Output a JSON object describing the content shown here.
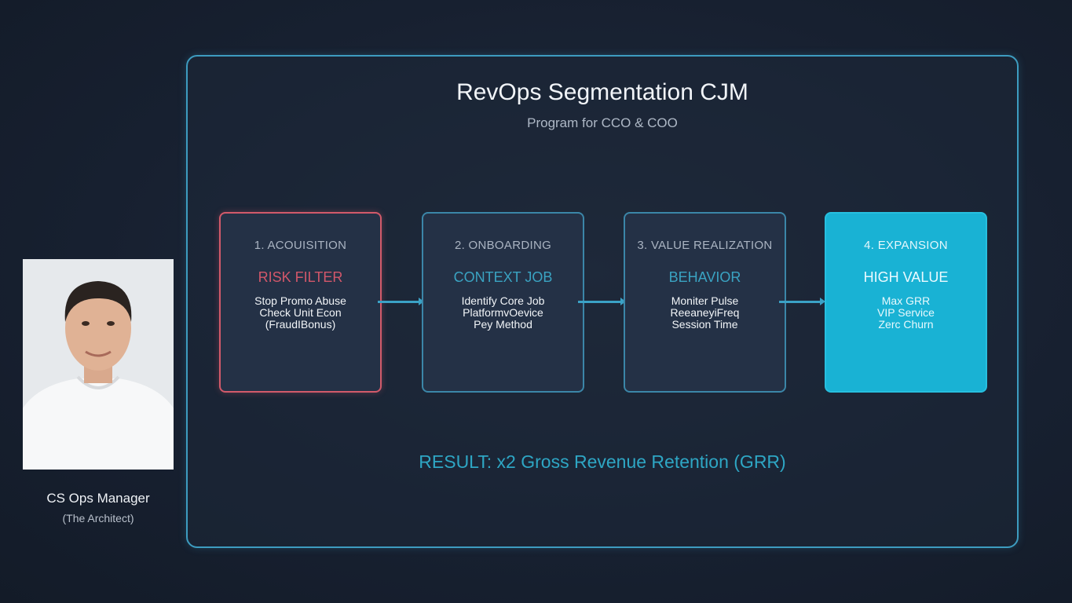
{
  "slide": {
    "title": "RevOps Segmentation CJM",
    "subtitle": "Program for CCO & COO",
    "result": "RESULT: x2 Gross Revenue Retention (GRR)"
  },
  "stages": [
    {
      "stage": "1. ACOUISITION",
      "heading": "RISK FILTER",
      "lines": [
        "Stop Promo Abuse",
        "Check Unit Econ",
        "(FraudIBonus)"
      ]
    },
    {
      "stage": "2. ONBOARDING",
      "heading": "CONTEXT JOB",
      "lines": [
        "Identify Core Job",
        "PlatformvOevice",
        "Pey Method"
      ]
    },
    {
      "stage": "3. VALUE REALIZATION",
      "heading": "BEHAVIOR",
      "lines": [
        "Moniter Pulse",
        "ReeaneyiFreq",
        "Session Time"
      ]
    },
    {
      "stage": "4. EXPANSION",
      "heading": "HIGH VALUE",
      "lines": [
        "Max GRR",
        "VIP Service",
        "Zerc Churn"
      ]
    }
  ],
  "presenter": {
    "name": "CS Ops Manager",
    "role": "(The Architect)"
  },
  "colors": {
    "accent": "#3d9cc0",
    "risk": "#d25a6a",
    "highlight": "#19b2d4"
  }
}
